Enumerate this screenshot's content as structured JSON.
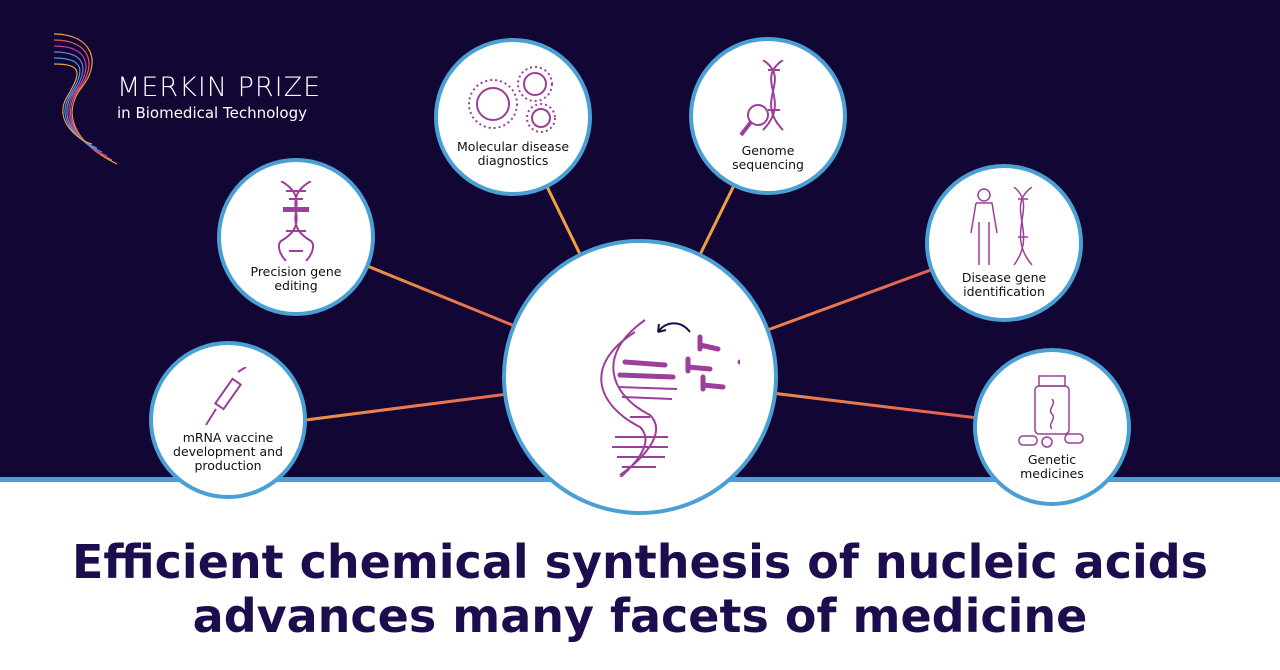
{
  "logo": {
    "title": "MERKIN PRIZE",
    "subtitle": "in Biomedical Technology"
  },
  "center": {
    "icon": "dna-synthesis-icon"
  },
  "nodes": [
    {
      "label": "mRNA vaccine development and production",
      "icon": "syringe-icon"
    },
    {
      "label": "Precision gene editing",
      "icon": "dna-icon"
    },
    {
      "label": "Molecular disease diagnostics",
      "icon": "virus-icon"
    },
    {
      "label": "Genome sequencing",
      "icon": "dna-magnifier-icon"
    },
    {
      "label": "Disease gene identification",
      "icon": "human-dna-icon"
    },
    {
      "label": "Genetic medicines",
      "icon": "pill-bottle-icon"
    }
  ],
  "headline": {
    "line1": "Efficient chemical synthesis of nucleic acids",
    "line2": "advances many facets of medicine"
  },
  "colors": {
    "background": "#120634",
    "ring": "#4a9fd5",
    "icon": "#9b3f9a",
    "headline": "#1d0d4e"
  }
}
